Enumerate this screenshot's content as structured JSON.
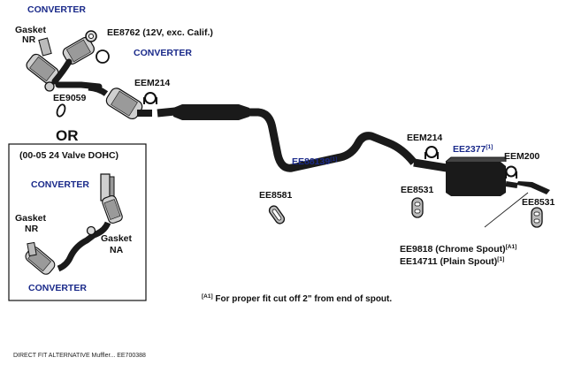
{
  "labels": {
    "converter_top": "CONVERTER",
    "gasket_nr_top_1": "Gasket",
    "gasket_nr_top_2": "NR",
    "ee8762": "EE8762 (12V, exc. Calif.)",
    "converter_mid": "CONVERTER",
    "eem214_left": "EEM214",
    "ee9059": "EE9059",
    "or": "OR",
    "inset_title": "(00-05 24 Valve DOHC)",
    "inset_converter_top": "CONVERTER",
    "inset_gasket_nr_1": "Gasket",
    "inset_gasket_nr_2": "NR",
    "inset_gasket_na_1": "Gasket",
    "inset_gasket_na_2": "NA",
    "inset_converter_bottom": "CONVERTER",
    "ee88139": "EE88139",
    "ee88139_ref": "[1]",
    "ee8581": "EE8581",
    "eem214_right": "EEM214",
    "ee2377": "EE2377",
    "ee2377_ref": "[1]",
    "eem200": "EEM200",
    "ee8531_left": "EE8531",
    "ee8531_right": "EE8531",
    "ee9818": "EE9818 (Chrome Spout)",
    "ee9818_ref": "[A1]",
    "ee14711": "EE14711 (Plain Spout)",
    "ee14711_ref": "[1]",
    "note_ref": "[A1]",
    "note_text": " For proper fit cut off 2\" from end of spout.",
    "footer": "DIRECT FIT ALTERNATIVE Muffler... EE700388"
  },
  "colors": {
    "pipe": "#1a1a1a",
    "accent_blue": "#1a2a8a",
    "part_fill": "#cfcfcf",
    "background": "#ffffff"
  }
}
